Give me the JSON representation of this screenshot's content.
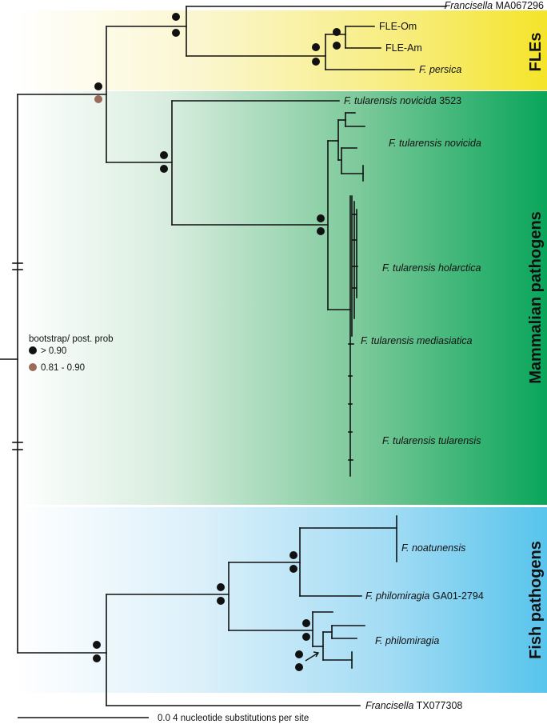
{
  "colors": {
    "fle_band": "#f5e52e",
    "mammalian_band": "#10a858",
    "fish_band": "#5cc6ec",
    "support_high": "#111111",
    "support_mid": "#9a6a5a"
  },
  "clades": {
    "fles": "FLEs",
    "mammalian": "Mammalian pathogens",
    "fish": "Fish pathogens"
  },
  "taxa": {
    "ma067296": {
      "italic": "Francisella",
      "plain": " MA067296"
    },
    "fle_om": "FLE-Om",
    "fle_am": "FLE-Am",
    "persica": "F. persica",
    "novicida_3523": {
      "italic": "F. tularensis novicida",
      "plain": " 3523"
    },
    "novicida": "F. tularensis novicida",
    "holarctica": "F. tularensis holarctica",
    "mediasiatica": "F. tularensis mediasiatica",
    "tularensis": "F. tularensis tularensis",
    "noatunensis": "F. noatunensis",
    "philo_ga01": {
      "italic": "F. philomiragia",
      "plain": " GA01-2794"
    },
    "philomiragia": "F. philomiragia",
    "tx077308": {
      "italic": "Francisella",
      "plain": " TX077308"
    }
  },
  "legend": {
    "title": "bootstrap/ post. prob",
    "high": "> 0.90",
    "mid": "0.81 - 0.90"
  },
  "scale": {
    "label": "0.0 4 nucleotide substitutions per site"
  }
}
